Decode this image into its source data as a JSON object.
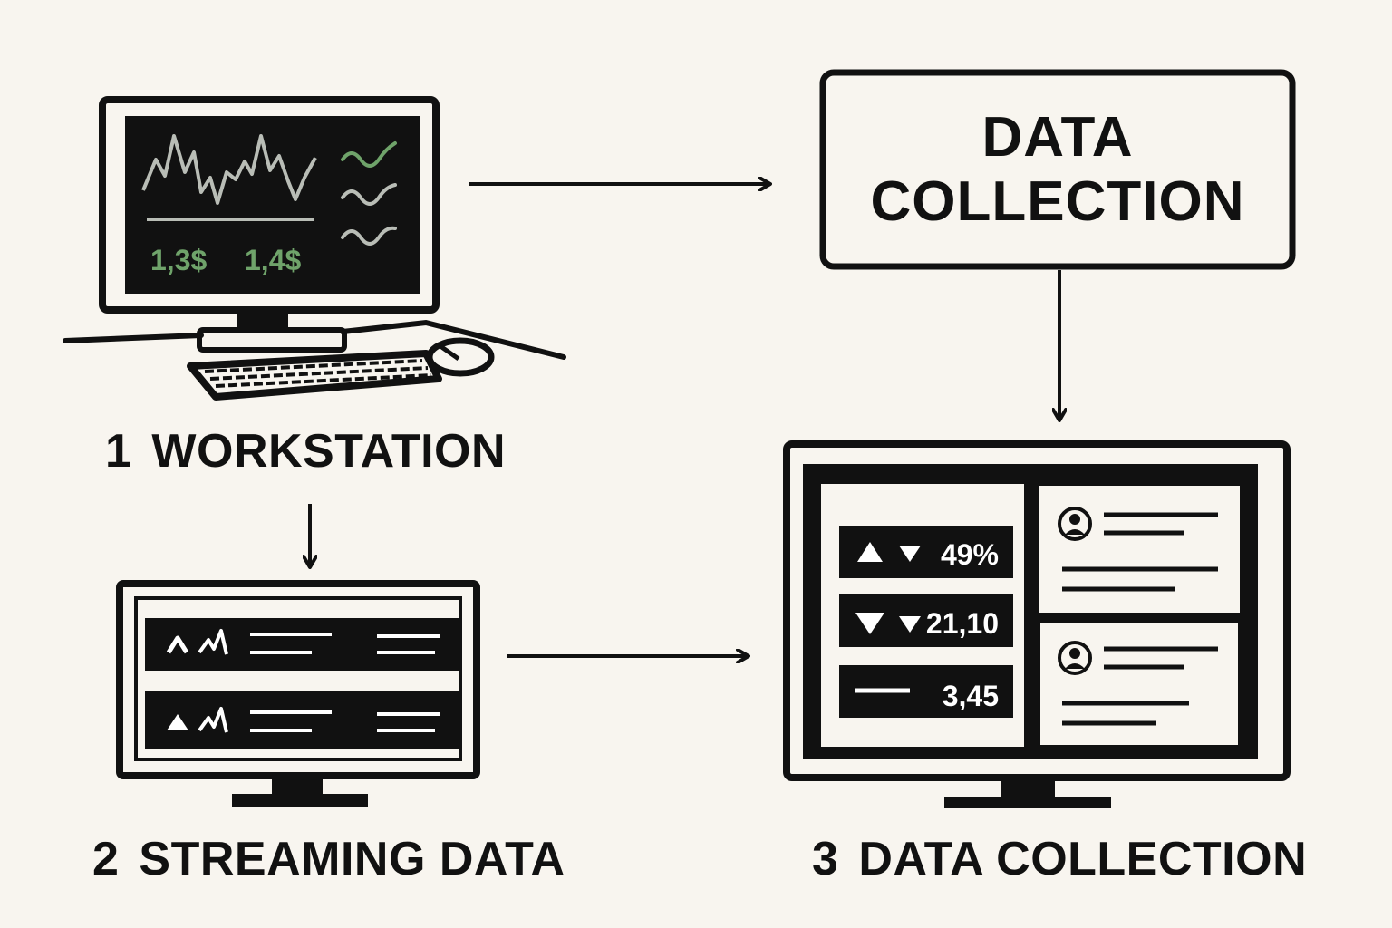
{
  "colors": {
    "background": "#f8f5ef",
    "ink": "#111111",
    "chart_green": "#6fa36a",
    "chart_gray": "#b9bdb6"
  },
  "steps": [
    {
      "number": "1",
      "title": "WORKSTATION"
    },
    {
      "number": "2",
      "title": "STREAMING DATA"
    },
    {
      "number": "3",
      "title": "DATA COLLECTION"
    }
  ],
  "collector_box": {
    "line1": "DATA",
    "line2": "COLLECTION"
  },
  "workstation_screen": {
    "price_a": "1,3$",
    "price_b": "1,4$"
  },
  "dashboard": {
    "metrics": [
      {
        "value": "49%",
        "icons": [
          "triangle-up-icon",
          "triangle-down-icon"
        ]
      },
      {
        "value": "21,10",
        "icons": [
          "triangle-down-icon",
          "triangle-down-icon"
        ]
      },
      {
        "value": "3,45",
        "icons": [
          "dash-icon"
        ]
      }
    ],
    "profile_icons": [
      "user-icon",
      "user-icon"
    ]
  }
}
